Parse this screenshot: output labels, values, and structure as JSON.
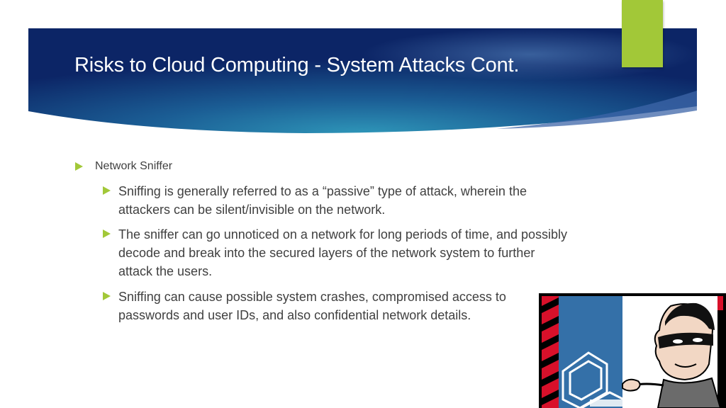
{
  "slide": {
    "title": "Risks to Cloud Computing - System Attacks Cont.",
    "bullets": [
      {
        "text": "Network Sniffer",
        "sub": [
          {
            "text": "Sniffing is generally referred to as a “passive” type of attack, wherein the attackers can be silent/invisible on the network."
          },
          {
            "text": "The sniffer can go unnoticed on a network for long periods of time, and possibly decode and break into the secured layers of the network system to further attack the users."
          },
          {
            "text": "Sniffing can cause possible system crashes, compromised access to passwords and user IDs, and also confidential network details."
          }
        ]
      }
    ]
  },
  "colors": {
    "banner_dark": "#0d2a6b",
    "banner_light": "#2e8fb5",
    "accent_green": "#a2c838",
    "body_text": "#404040"
  },
  "icons": {
    "bullet": "triangle-bullet-icon",
    "clipart": "hacker-with-computer-icon"
  }
}
